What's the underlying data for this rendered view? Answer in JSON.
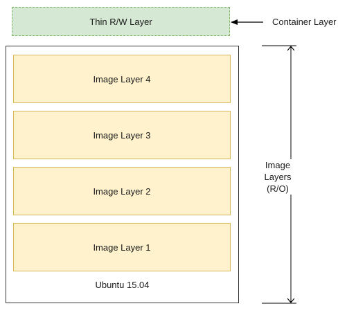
{
  "container_layer": {
    "label": "Thin R/W Layer",
    "caption": "Container Layer"
  },
  "image_layers": [
    {
      "label": "Image Layer 4"
    },
    {
      "label": "Image Layer 3"
    },
    {
      "label": "Image Layer 2"
    },
    {
      "label": "Image Layer 1"
    }
  ],
  "base_image": {
    "label": "Ubuntu 15.04"
  },
  "image_layers_caption": {
    "line1": "Image",
    "line2": "Layers",
    "line3": "(R/O)"
  },
  "colors": {
    "container_fill": "#d5e8d4",
    "container_border": "#82b366",
    "image_fill": "#fff2cc",
    "image_border": "#d6b656"
  }
}
